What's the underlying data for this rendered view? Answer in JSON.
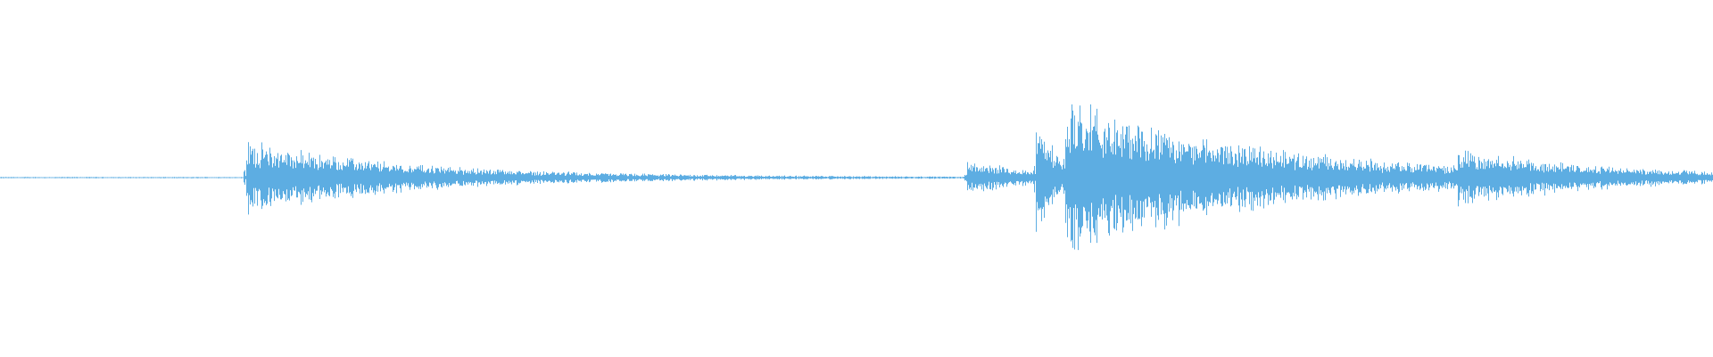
{
  "waveform": {
    "color": "#5dade2",
    "baseline_amplitude": 0.006,
    "events": [
      {
        "time": 0.1435,
        "peak": 0.44,
        "decay": 0.09,
        "noise_floor": 0.032
      },
      {
        "time": 0.5645,
        "peak": 0.2,
        "decay": 0.045,
        "noise_floor": 0.02
      },
      {
        "time": 0.6045,
        "peak": 0.78,
        "decay": 0.012,
        "noise_floor": 0.06
      },
      {
        "time": 0.6215,
        "peak": 0.97,
        "decay": 0.11,
        "noise_floor": 0.06
      },
      {
        "time": 0.851,
        "peak": 0.34,
        "decay": 0.085,
        "noise_floor": 0.03
      }
    ]
  }
}
